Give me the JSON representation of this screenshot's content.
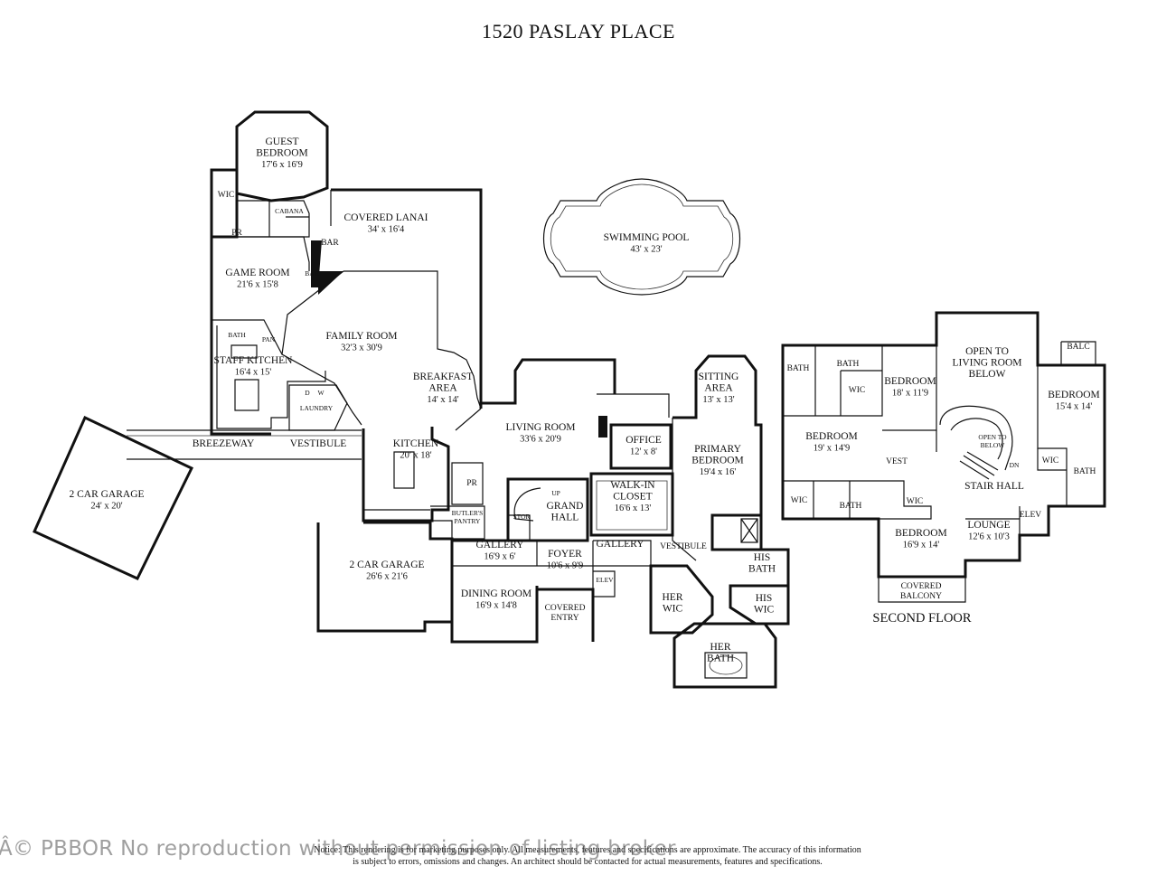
{
  "title": "1520 PASLAY PLACE",
  "second_floor_label": "SECOND FLOOR",
  "notice_line1": "Notice: This rendering is for marketing purposes only. All measurements, features and specifications are approximate. The accuracy of this information",
  "notice_line2": "is subject to errors, omissions and changes. An architect should be contacted for actual measurements, features and specifications.",
  "watermark": "Â© PBBOR No reproduction without permission of listing broker",
  "rooms": {
    "guest_bedroom": {
      "name": "GUEST\nBEDROOM",
      "size": "17'6 x 16'9"
    },
    "wic_guest": {
      "name": "WIC"
    },
    "cabana": {
      "name": "CABANA"
    },
    "pr_game": {
      "name": "PR"
    },
    "covered_lanai": {
      "name": "COVERED LANAI",
      "size": "34' x 16'4"
    },
    "bar1": {
      "name": "BAR"
    },
    "bar2": {
      "name": "BAR"
    },
    "game_room": {
      "name": "GAME ROOM",
      "size": "21'6 x 15'8"
    },
    "swimming_pool": {
      "name": "SWIMMING POOL",
      "size": "43' x 23'"
    },
    "family_room": {
      "name": "FAMILY ROOM",
      "size": "32'3 x 30'9"
    },
    "bath_staff": {
      "name": "BATH"
    },
    "pan": {
      "name": "PAN"
    },
    "staff_kitchen": {
      "name": "STAFF KITCHEN",
      "size": "16'4 x 15'"
    },
    "laundry": {
      "name": "LAUNDRY"
    },
    "d": {
      "name": "D"
    },
    "w": {
      "name": "W"
    },
    "breakfast_area": {
      "name": "BREAKFAST\nAREA",
      "size": "14' x 14'"
    },
    "living_room": {
      "name": "LIVING ROOM",
      "size": "33'6 x 20'9"
    },
    "office": {
      "name": "OFFICE",
      "size": "12' x 8'"
    },
    "sitting_area": {
      "name": "SITTING\nAREA",
      "size": "13' x 13'"
    },
    "primary_bedroom": {
      "name": "PRIMARY\nBEDROOM",
      "size": "19'4 x 16'"
    },
    "breezeway": {
      "name": "BREEZEWAY"
    },
    "vestibule1": {
      "name": "VESTIBULE"
    },
    "kitchen": {
      "name": "KITCHEN",
      "size": "20' x 18'"
    },
    "garage_left": {
      "name": "2 CAR GARAGE",
      "size": "24' x 20'"
    },
    "pr_kitchen": {
      "name": "PR"
    },
    "butlers_pantry": {
      "name": "BUTLER'S\nPANTRY"
    },
    "stor": {
      "name": "STOR"
    },
    "up": {
      "name": "UP"
    },
    "grand_hall": {
      "name": "GRAND\nHALL"
    },
    "walk_in_closet": {
      "name": "WALK-IN\nCLOSET",
      "size": "16'6 x 13'"
    },
    "garage_main": {
      "name": "2 CAR GARAGE",
      "size": "26'6 x 21'6"
    },
    "gallery1": {
      "name": "GALLERY",
      "size": "16'9 x 6'"
    },
    "foyer": {
      "name": "FOYER",
      "size": "10'6 x 9'9"
    },
    "gallery2": {
      "name": "GALLERY"
    },
    "vestibule2": {
      "name": "VESTIBULE"
    },
    "elev1": {
      "name": "ELEV"
    },
    "his_bath": {
      "name": "HIS\nBATH"
    },
    "dining_room": {
      "name": "DINING ROOM",
      "size": "16'9 x 14'8"
    },
    "covered_entry": {
      "name": "COVERED\nENTRY"
    },
    "her_wic": {
      "name": "HER\nWIC"
    },
    "his_wic": {
      "name": "HIS\nWIC"
    },
    "her_bath": {
      "name": "HER\nBATH"
    },
    "bath2a": {
      "name": "BATH"
    },
    "bath2b": {
      "name": "BATH"
    },
    "wic2a": {
      "name": "WIC"
    },
    "bedroom2a": {
      "name": "BEDROOM",
      "size": "18' x 11'9"
    },
    "open_to_living": {
      "name": "OPEN TO\nLIVING ROOM\nBELOW"
    },
    "balc": {
      "name": "BALC"
    },
    "bedroom2b": {
      "name": "BEDROOM",
      "size": "15'4 x 14'"
    },
    "bedroom2c": {
      "name": "BEDROOM",
      "size": "19' x 14'9"
    },
    "open_to_below": {
      "name": "OPEN TO\nBELOW"
    },
    "vest": {
      "name": "VEST"
    },
    "dn": {
      "name": "DN"
    },
    "wic2b": {
      "name": "WIC"
    },
    "bath2c": {
      "name": "BATH"
    },
    "wic2c": {
      "name": "WIC"
    },
    "bath2d": {
      "name": "BATH"
    },
    "wic2d": {
      "name": "WIC"
    },
    "stair_hall": {
      "name": "STAIR HALL"
    },
    "bedroom2d": {
      "name": "BEDROOM",
      "size": "16'9 x 14'"
    },
    "lounge": {
      "name": "LOUNGE",
      "size": "12'6 x 10'3"
    },
    "elev2": {
      "name": "ELEV"
    },
    "covered_balcony": {
      "name": "COVERED\nBALCONY"
    }
  }
}
